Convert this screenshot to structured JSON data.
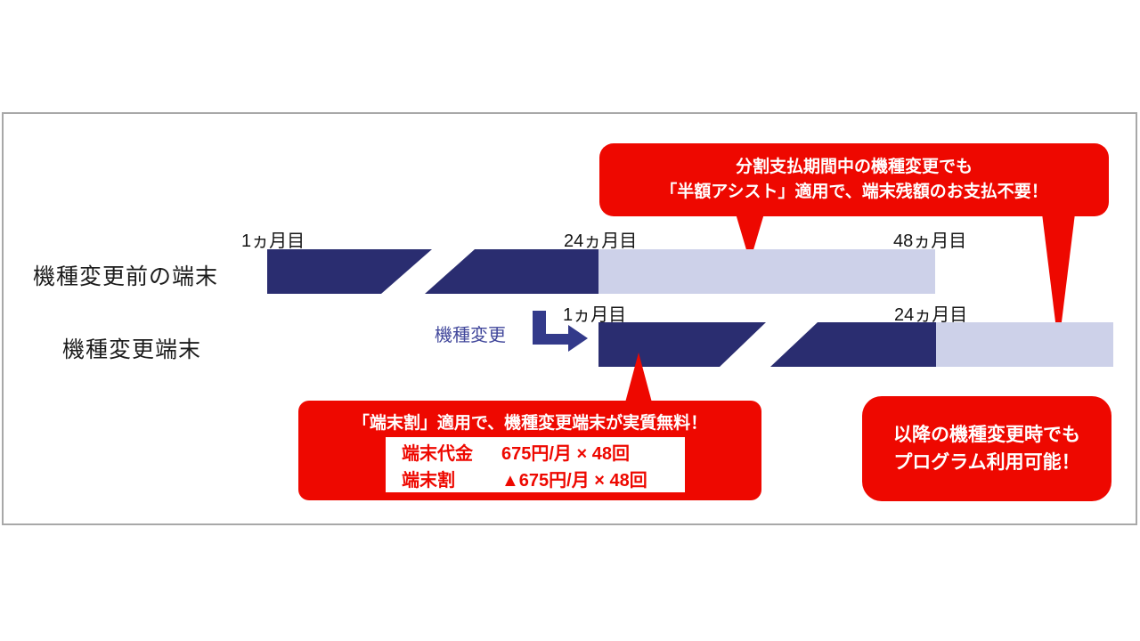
{
  "top_callout": {
    "line1": "分割支払期間中の機種変更でも",
    "line2": "「半額アシスト」適用で、端末残額のお支払不要！"
  },
  "timeline": {
    "row1": {
      "label": "機種変更前の端末",
      "ticks": [
        "1ヵ月目",
        "24ヵ月目",
        "48ヵ月目"
      ]
    },
    "row2": {
      "label": "機種変更端末",
      "ticks": [
        "1ヵ月目",
        "24ヵ月目"
      ]
    },
    "change_arrow_label": "機種変更"
  },
  "bottom_left_callout": {
    "title": "「端末割」適用で、機種変更端末が実質無料！",
    "price_rows": [
      {
        "label": "端末代金",
        "value": "675円/月 × 48回"
      },
      {
        "label": "端末割",
        "value": "▲675円/月 × 48回"
      }
    ]
  },
  "bottom_right_callout": {
    "line1": "以降の機種変更時でも",
    "line2": "プログラム利用可能！"
  },
  "colors": {
    "navy": "#2a2d70",
    "lavender": "#cdd1e9",
    "red": "#ee0800",
    "frame_border": "#a8a8a8"
  }
}
